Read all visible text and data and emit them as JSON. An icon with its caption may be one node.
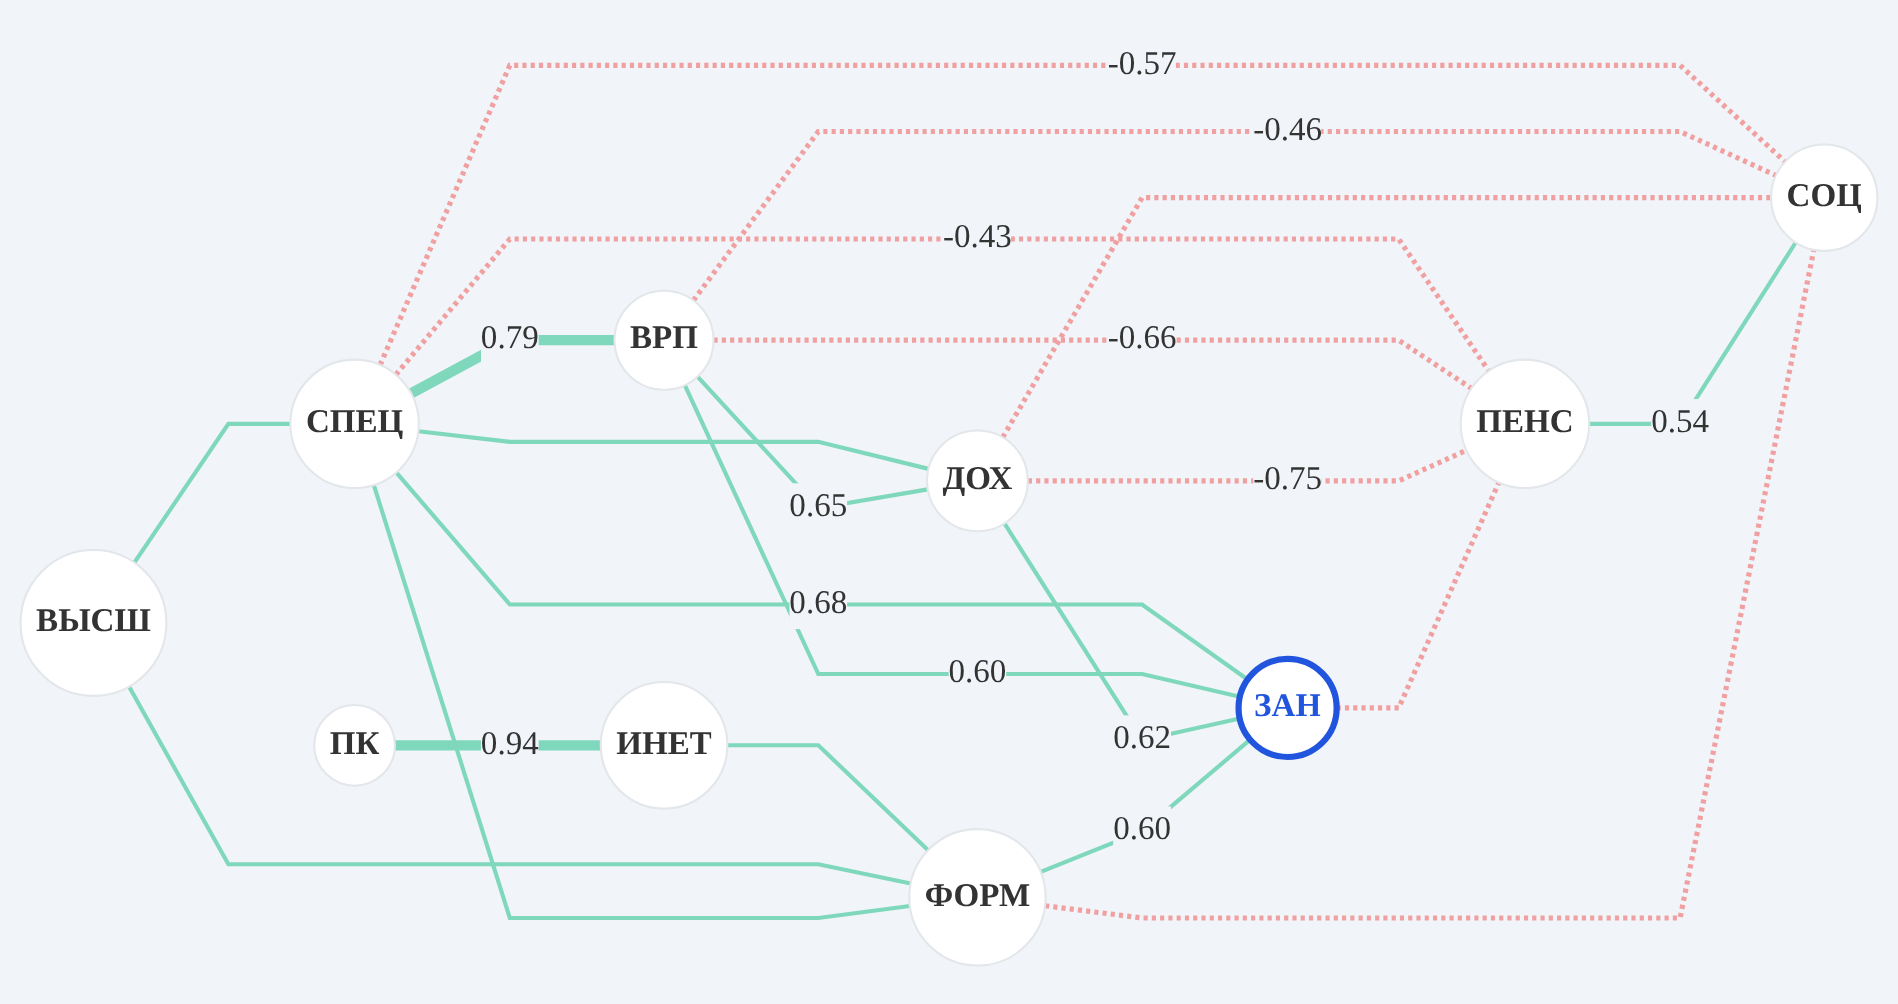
{
  "diagram": {
    "nodes": [
      {
        "text": [
          "ИНЕТ"
        ]
      },
      {
        "text": [
          "ВЫСШ"
        ]
      },
      {
        "text": [
          "ПК"
        ]
      },
      {
        "text": [
          "СПЕЦ"
        ]
      },
      {
        "text": [
          "ВРП"
        ]
      },
      {
        "text": [
          "ПЕНС"
        ]
      },
      {
        "text": [
          "ДОХ"
        ]
      },
      {
        "text": [
          "СОЦ"
        ]
      },
      {
        "text": [
          "ФОРМ"
        ]
      },
      {
        "text": [
          "ЗАН"
        ]
      }
    ],
    "edges": [
      {
        "from": 2,
        "to": 0,
        "arrow": "none",
        "label": "0.94",
        "style": "thick"
      },
      {
        "from": 0,
        "to": 8,
        "arrow": "none"
      },
      {
        "from": 1,
        "to": 3,
        "arrow": "none"
      },
      {
        "from": 1,
        "to": 8,
        "arrow": "none"
      },
      {
        "from": 3,
        "to": 4,
        "arrow": "none",
        "label": "0.79",
        "style": "thick"
      },
      {
        "from": 3,
        "to": 6,
        "arrow": "none"
      },
      {
        "from": 3,
        "to": 8,
        "arrow": "none"
      },
      {
        "from": 3,
        "to": 9,
        "arrow": "none",
        "label": "0.68"
      },
      {
        "from": 3,
        "to": 7,
        "arrow": "none",
        "label": "-0.57",
        "style": "dashed",
        "color": "#f0a0a0"
      },
      {
        "from": 3,
        "to": 5,
        "arrow": "none",
        "label": "-0.43",
        "style": "dashed",
        "color": "#f0a0a0"
      },
      {
        "from": 4,
        "to": 5,
        "arrow": "none",
        "label": "-0.66",
        "style": "dashed",
        "color": "#f0a0a0"
      },
      {
        "from": 4,
        "to": 7,
        "arrow": "none",
        "label": "-0.46",
        "style": "dashed",
        "color": "#f0a0a0"
      },
      {
        "from": 4,
        "to": 6,
        "arrow": "none",
        "label": "0.65"
      },
      {
        "from": 4,
        "to": 9,
        "arrow": "none",
        "label": "0.60"
      },
      {
        "from": 6,
        "to": 5,
        "arrow": "none",
        "label": "-0.75",
        "style": "dashed",
        "color": "#f0a0a0"
      },
      {
        "from": 6,
        "to": 7,
        "arrow": "none",
        "style": "dashed",
        "color": "#f0a0a0"
      },
      {
        "from": 6,
        "to": 9,
        "arrow": "none",
        "label": "0.62"
      },
      {
        "from": 8,
        "to": 9,
        "arrow": "none",
        "label": "0.60"
      },
      {
        "from": 5,
        "to": 7,
        "arrow": "none",
        "label": "0.54"
      },
      {
        "from": 9,
        "to": 5,
        "arrow": "none",
        "style": "dashed",
        "color": "#f0a0a0"
      },
      {
        "from": 8,
        "to": 7,
        "arrow": "none",
        "style": "dashed",
        "color": "#f0a0a0"
      }
    ]
  }
}
